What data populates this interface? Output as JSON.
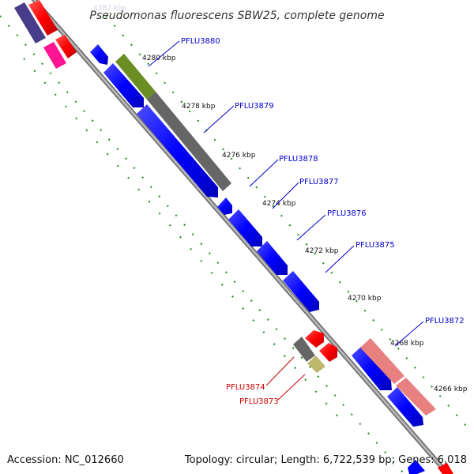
{
  "title": "Pseudomonas fluorescens SBW25, complete genome",
  "footer": {
    "accession": "Accession: NC_012660",
    "summary": "Topology: circular; Length: 6,722,539 bp; Genes: 6,018"
  },
  "ticks": [
    {
      "label": "4282 kbp",
      "faded": true
    },
    {
      "label": "4280 kbp"
    },
    {
      "label": "4278 kbp"
    },
    {
      "label": "4276 kbp"
    },
    {
      "label": "4274 kbp"
    },
    {
      "label": "4272 kbp"
    },
    {
      "label": "4270 kbp"
    },
    {
      "label": "4268 kbp"
    },
    {
      "label": "4266 kbp"
    }
  ],
  "gene_labels": [
    {
      "text": "PFLU3880",
      "color": "#0000cc"
    },
    {
      "text": "PFLU3879",
      "color": "#0000cc"
    },
    {
      "text": "PFLU3878",
      "color": "#0000cc"
    },
    {
      "text": "PFLU3877",
      "color": "#0000cc"
    },
    {
      "text": "PFLU3876",
      "color": "#0000cc"
    },
    {
      "text": "PFLU3875",
      "color": "#0000cc"
    },
    {
      "text": "PFLU3872",
      "color": "#0000cc"
    },
    {
      "text": "PFLU3874",
      "color": "#cc0000"
    },
    {
      "text": "PFLU3873",
      "color": "#cc0000"
    }
  ],
  "colors": {
    "backbone": "#8c8c8c",
    "forward_cds": "#0000ff",
    "reverse_cds": "#ff0000",
    "tick_mark": "#1a8c1a",
    "gray_feature": "#666666",
    "olive_feature": "#6b8e23",
    "khaki_feature": "#bdb76b",
    "pink_feature": "#e88080",
    "magenta_feature": "#ff1493",
    "navy_feature": "#483d8b"
  }
}
